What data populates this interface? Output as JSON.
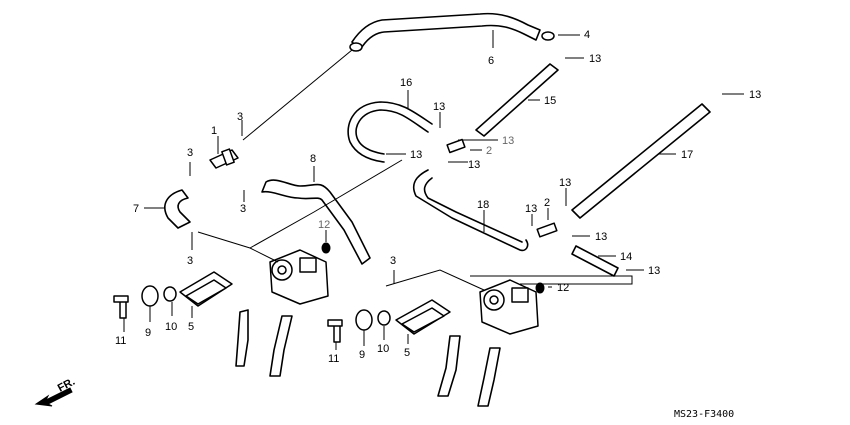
{
  "diagram": {
    "code": "MS23-F3400",
    "direction_label": "FR.",
    "callouts": {
      "c1": "1",
      "c2a": "2",
      "c2b": "2",
      "c3a": "3",
      "c3b": "3",
      "c3c": "3",
      "c3d": "3",
      "c3e": "3",
      "c4": "4",
      "c5a": "5",
      "c5b": "5",
      "c6": "6",
      "c7": "7",
      "c8": "8",
      "c9a": "9",
      "c9b": "9",
      "c10a": "10",
      "c10b": "10",
      "c11a": "11",
      "c11b": "11",
      "c12a": "12",
      "c12b": "12",
      "c13a": "13",
      "c13b": "13",
      "c13c": "13",
      "c13d": "13",
      "c13e": "13",
      "c13f": "13",
      "c13g": "13",
      "c13h": "13",
      "c13i": "13",
      "c14": "14",
      "c15": "15",
      "c16": "16",
      "c17": "17",
      "c18": "18"
    }
  }
}
